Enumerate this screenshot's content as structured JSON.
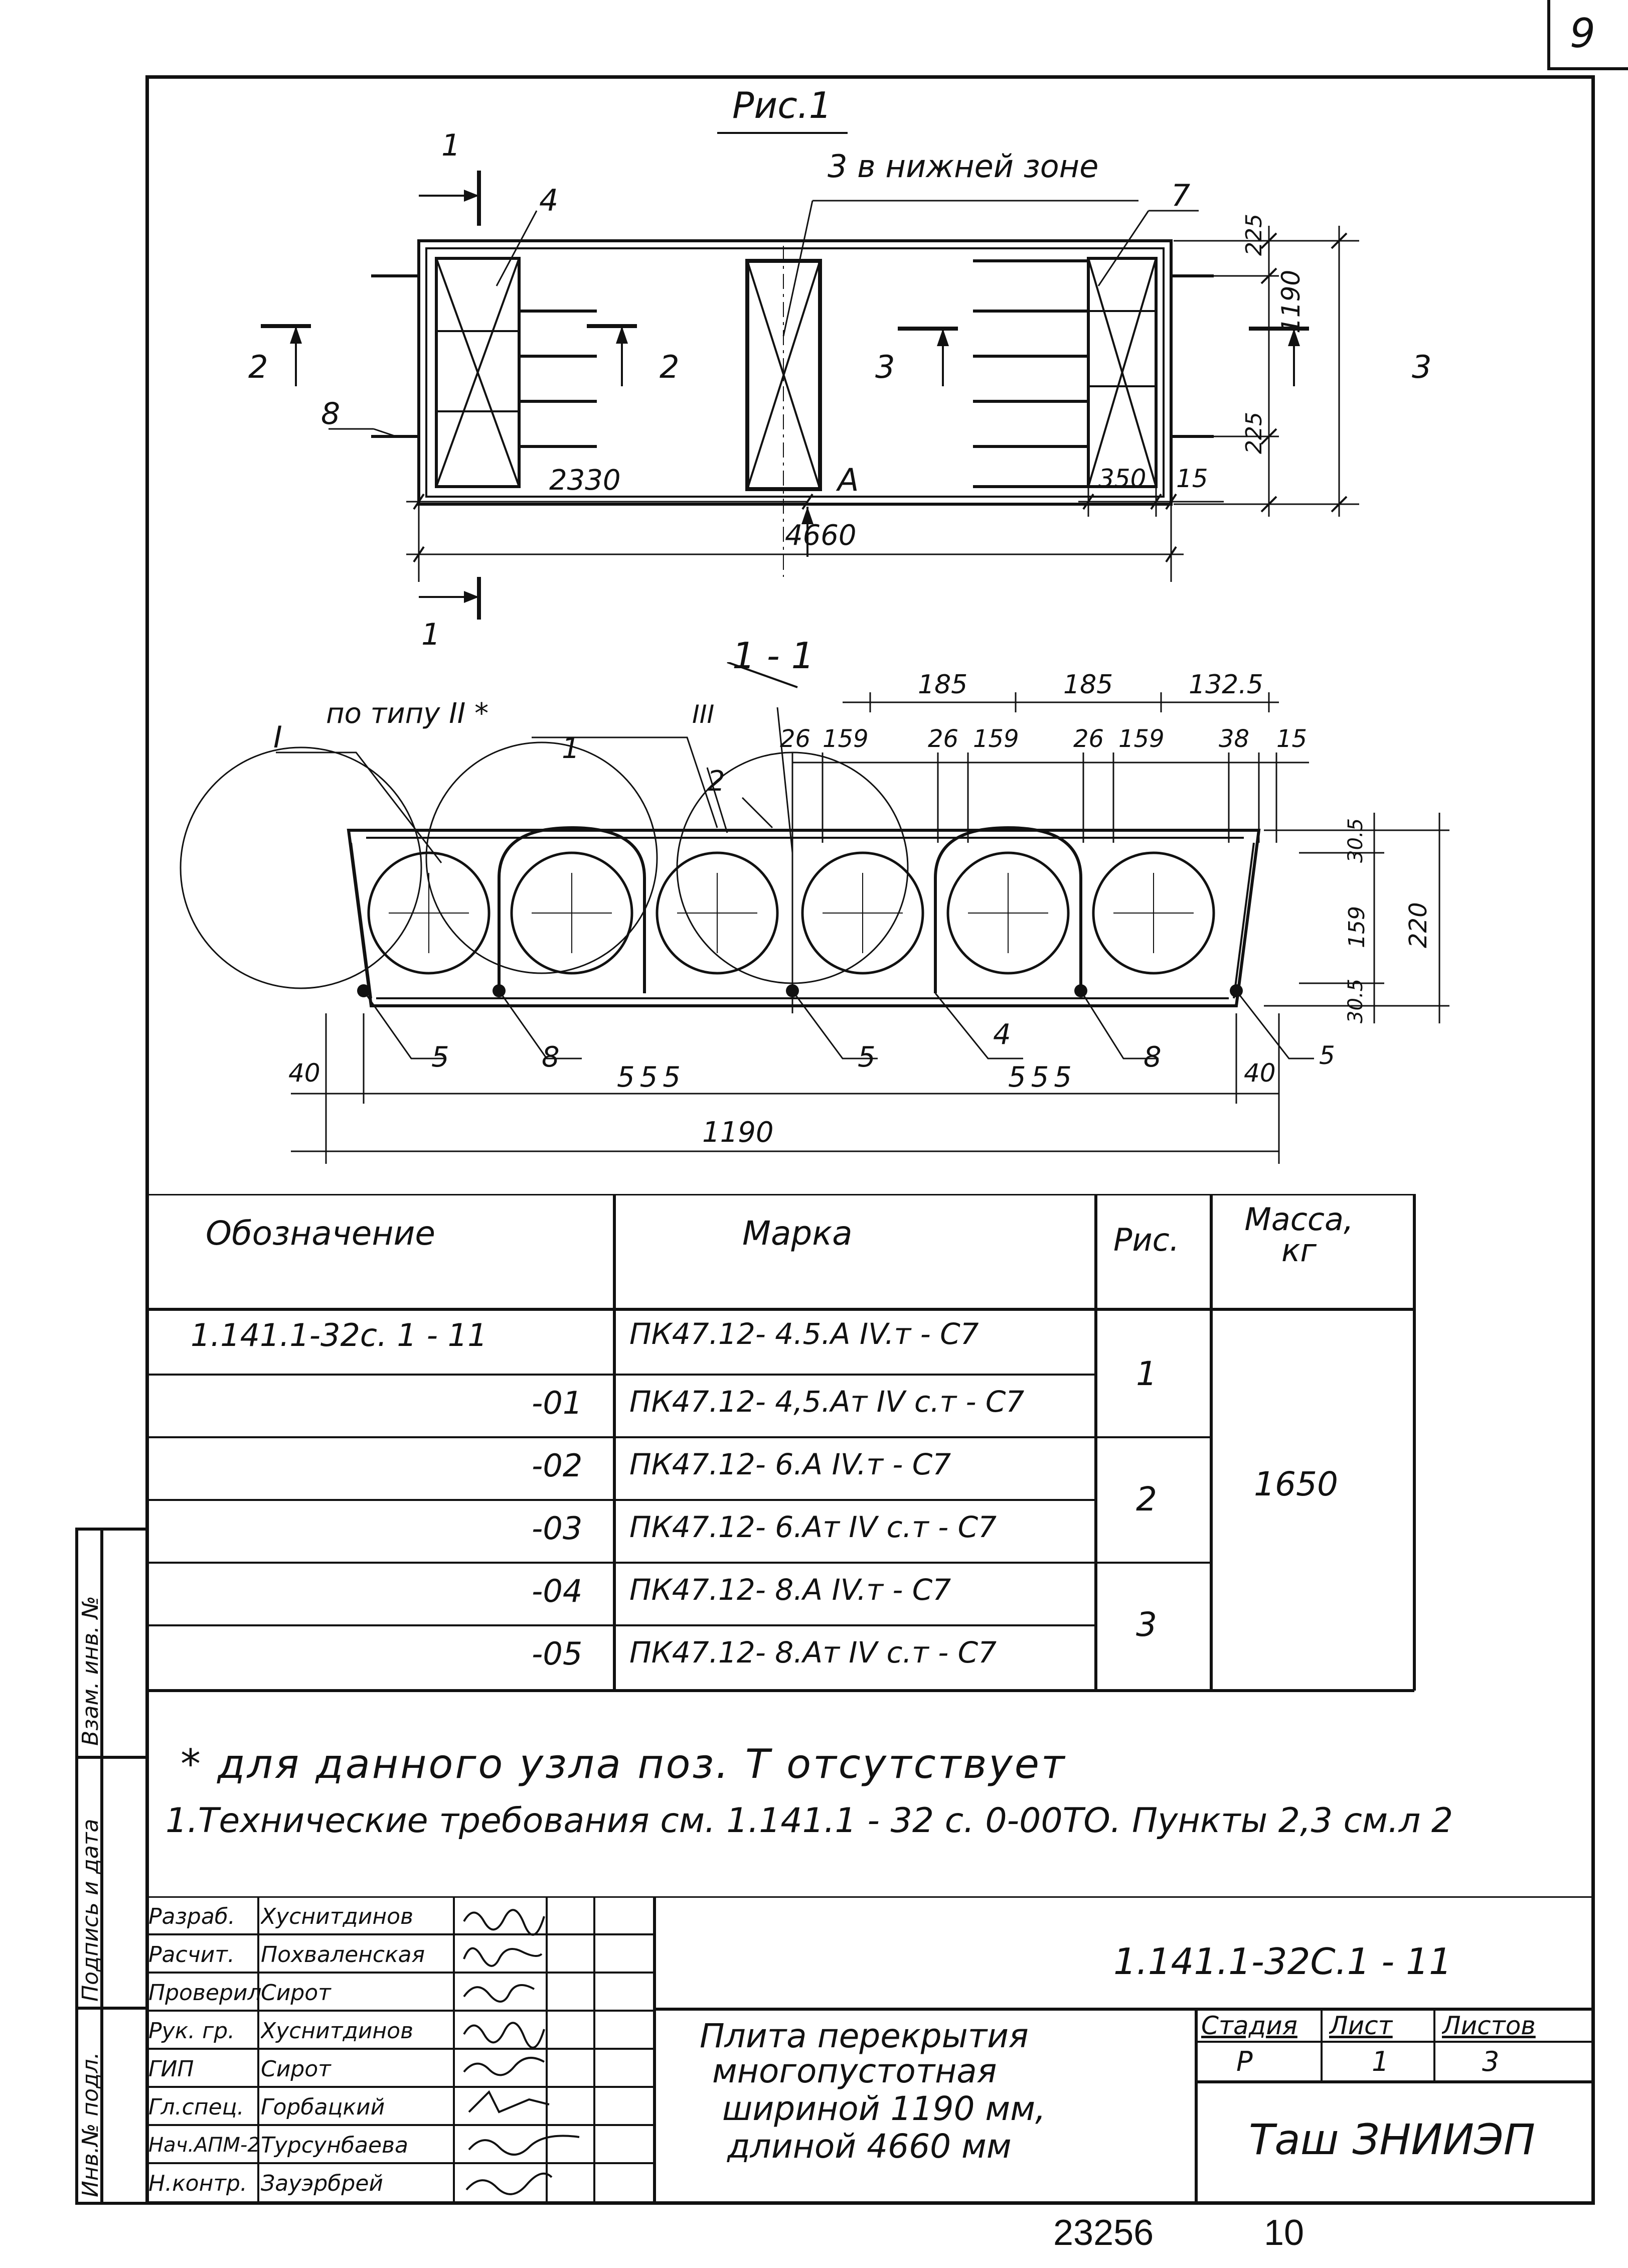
{
  "page_number": "9",
  "figure": {
    "title": "Рис.1",
    "label_bottom_zone": "3 в нижней зоне",
    "section_mark_1": "1",
    "section_mark_2": "2",
    "section_mark_3": "3",
    "arrow_a": "А",
    "callout_4": "4",
    "callout_7": "7",
    "callout_8": "8",
    "dim_2330": "2330",
    "dim_4660": "4660",
    "dim_350": "350",
    "dim_15": "15",
    "dim_1190_v": "1190",
    "dim_225_top": "225",
    "dim_225_bot": "225"
  },
  "section": {
    "title": "1 - 1",
    "note_type": "по типу II *",
    "node_I": "I",
    "node_III": "III",
    "callout_1": "1",
    "callout_2": "2",
    "callout_4": "4",
    "callout_5a": "5",
    "callout_5b": "5",
    "callout_5c": "5",
    "callout_8a": "8",
    "callout_8b": "8",
    "dim_185a": "185",
    "dim_185b": "185",
    "dim_1325": "132.5",
    "dims_row": [
      "26",
      "159",
      "26",
      "159",
      "26",
      "159",
      "38",
      "15"
    ],
    "dim_305_top": "30.5",
    "dim_159_v": "159",
    "dim_220": "220",
    "dim_305_bot": "30.5",
    "dim_40_left": "40",
    "dim_40_right": "40",
    "dim_555a": "555",
    "dim_555b": "555",
    "dim_1190": "1190"
  },
  "table": {
    "headers": {
      "designation": "Обозначение",
      "mark": "Марка",
      "fig": "Рис.",
      "mass": "Масса, кг"
    },
    "rows": [
      {
        "designation": "1.141.1-32с. 1 - 11",
        "mark": "ПК47.12- 4.5.А IV.т - С7"
      },
      {
        "designation": "-01",
        "mark": "ПК47.12- 4,5.Ат IV с.т - С7"
      },
      {
        "designation": "-02",
        "mark": "ПК47.12- 6.А IV.т - С7"
      },
      {
        "designation": "-03",
        "mark": "ПК47.12- 6.Ат IV с.т - С7"
      },
      {
        "designation": "-04",
        "mark": "ПК47.12- 8.А IV.т - С7"
      },
      {
        "designation": "-05",
        "mark": "ПК47.12- 8.Ат IV с.т - С7"
      }
    ],
    "fig_values": [
      "1",
      "2",
      "3"
    ],
    "mass_value": "1650"
  },
  "notes": {
    "asterisk": "* для данного узла поз. Т отсутствует",
    "tech": "1.Технические требования см. 1.141.1 - 32 с. 0-00ТО. Пункты 2,3 см.л 2"
  },
  "side_stamp": {
    "vzam": "Взам. инв. №",
    "podpis": "Подпись и дата",
    "inv": "Инв.№ подл."
  },
  "title_block": {
    "roles": [
      "Разраб.",
      "Расчит.",
      "Проверил",
      "Рук. гр.",
      "ГИП",
      "Гл.спец.",
      "Нач.АПМ-2",
      "Н.контр."
    ],
    "names": [
      "Хуснитдинов",
      "Похваленская",
      "Сирот",
      "Хуснитдинов",
      "Сирот",
      "Горбацкий",
      "Турсунбаева",
      "Зауэрбрей"
    ],
    "doc_code": "1.141.1-32С.1 - 11",
    "product_name": [
      "Плита перекрытия",
      "многопустотная",
      "шириной 1190 мм,",
      "длиной 4660 мм"
    ],
    "stage_label": "Стадия",
    "sheet_label": "Лист",
    "sheets_label": "Листов",
    "stage": "Р",
    "sheet": "1",
    "sheets": "3",
    "org": "Таш ЗНИИЭП"
  },
  "footer": {
    "number_left": "23256",
    "number_right": "10"
  }
}
